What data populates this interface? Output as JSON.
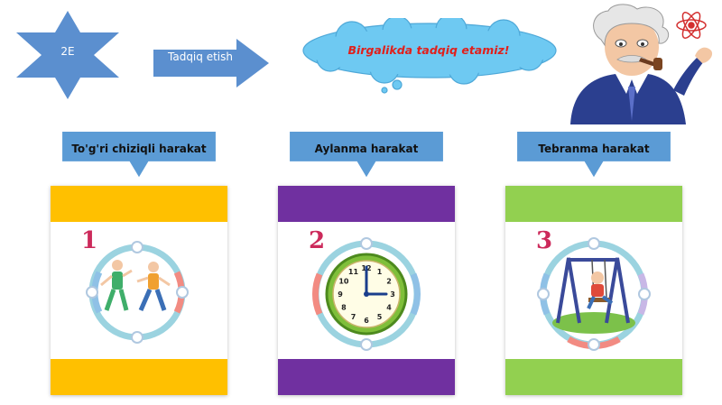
{
  "header": {
    "star_label": "2E",
    "arrow_label": "Tadqiq etish",
    "cloud_text": "Birgalikda tadqiq etamiz!"
  },
  "colors": {
    "shape_blue": "#5b8fcf",
    "callout_blue": "#5b9bd5",
    "cloud_fill": "#6ec9f2",
    "cloud_text": "#e0201c",
    "yellow_band": "#ffc000",
    "purple_band": "#7030a0",
    "green_band": "#92d050"
  },
  "cards": [
    {
      "title": "To'g'ri chiziqli harakat",
      "number": "1",
      "icon": "running-children-icon",
      "band_color": "#ffc000"
    },
    {
      "title": "Aylanma harakat",
      "number": "2",
      "icon": "clock-icon",
      "band_color": "#7030a0"
    },
    {
      "title": "Tebranma harakat",
      "number": "3",
      "icon": "swing-icon",
      "band_color": "#92d050"
    }
  ],
  "clock": {
    "numbers": [
      "12",
      "1",
      "2",
      "3",
      "4",
      "5",
      "6",
      "7",
      "8",
      "9",
      "10",
      "11"
    ]
  }
}
